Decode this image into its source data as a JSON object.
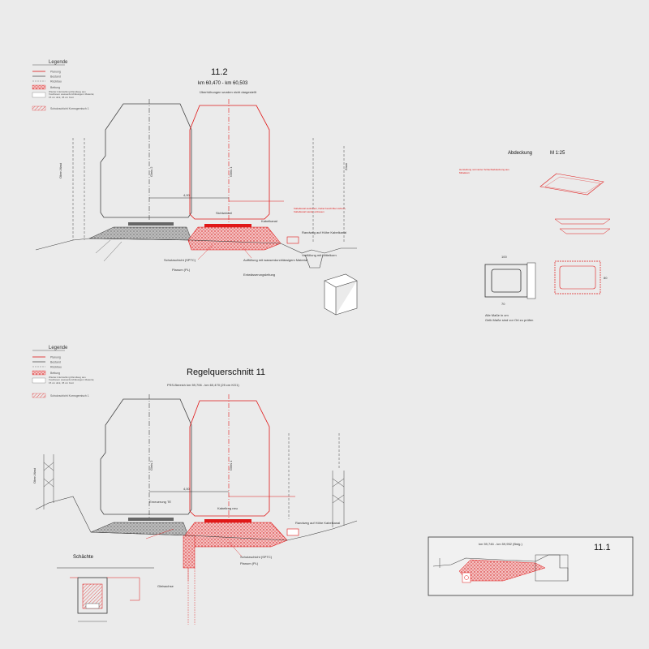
{
  "colors": {
    "planned": "#e01818",
    "existing": "#555555",
    "removal": "#999999",
    "background": "#ebebeb"
  },
  "legend_top": {
    "title": "Legende",
    "items": [
      "Planung",
      "Bestand",
      "Rückbau",
      "Bettung",
      "Wieder-/Herstellung Randweg aus frostfreiem wasserdurchlässigem Material, 15 cm dick, 45 cm breit",
      "Schutzschicht Kornsgemisch 1"
    ]
  },
  "legend_bottom": {
    "title": "Legende",
    "items": [
      "Planung",
      "Bestand",
      "Rückbau",
      "Bettung",
      "Wieder-/Herstellung Randweg aus frostfreiem wasserdurchlässigem Material, 15 cm dick, 45 cm breit",
      "Schutzschicht Kornsgemisch 1"
    ]
  },
  "section_112": {
    "number": "11.2",
    "km_range": "km 60,470 - km 60,503",
    "note": "Überhöhungen wurden nicht dargestellt",
    "track_left": "Gleis 2",
    "track_right": "Gleis 1",
    "dimension_main": "4,00",
    "labels": {
      "kabelkanal": "Kabelkanal",
      "oberleitung": "Ober-Mast",
      "zaun": "Zaun",
      "kabel_text": "Kabelkanal ausbauen, Kabel beschriftet sichern, Kabelkanal wieder einbauen",
      "randweg": "Randweg auf Höhe Kabelkanal",
      "sicherheit": "Sichtwinkel",
      "schutzschicht": "Schutzschicht (SPTC)",
      "planum": "Planum (PL)",
      "auffuellung": "Auffüllung mit wasserdurchlässigem Material",
      "entwaesserung": "Entwässerungsleitung",
      "verfuellung": "Verfüllung mit Mittelkorn"
    }
  },
  "abdeckung": {
    "title": "Abdeckung",
    "scale": "M 1:25",
    "note1": "Herstellung normierter Schachtabdeckung aus Mittelkorn",
    "note_foot1": "Alle Maße in cm",
    "note_foot2": "Gelb Maße sind vor Ort zu prüfen",
    "dim_top": "100",
    "dim_side": "80",
    "dim_bottom": "70"
  },
  "regel_11": {
    "title": "Regelquerschnitt 11",
    "subtitle": "PSS-Bereich km 59,706 - km 60,470 (25 cm KG1)",
    "track_left": "Gleis 2",
    "track_right": "Gleis 1",
    "dimension_main": "4,00",
    "schaechte": "Schächte",
    "labels": {
      "ober_mast": "Ober-Mast",
      "gleis_text": "Kabeltrog neu",
      "randweg": "Randweg auf Höhe Kabelkanal",
      "schutz": "Schutzschicht (SPTC)",
      "planum": "Planum (PL)",
      "erneuerung": "Erneuerung TE",
      "gleisachse": "Gleisachse"
    }
  },
  "section_111": {
    "number": "11.1",
    "km_range": "km 59,746 - km 59,952 (Bstg.)"
  }
}
